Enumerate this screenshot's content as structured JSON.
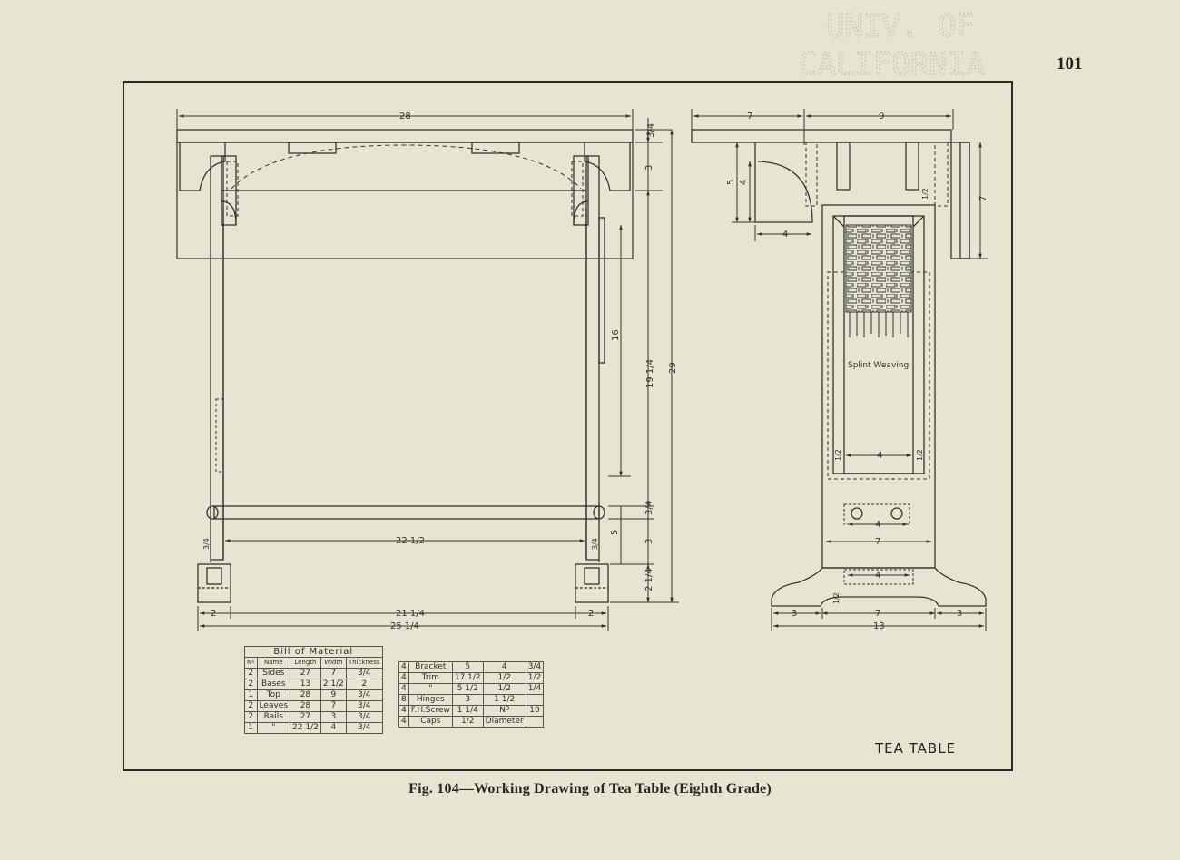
{
  "page_number": "101",
  "stamp": {
    "line1": "UNIV. OF",
    "line2": "CALIFORNIA"
  },
  "caption": "Fig. 104—Working Drawing of Tea Table (Eighth Grade)",
  "drawing_title": "TEA TABLE",
  "front_view": {
    "dims": {
      "top_width": "28",
      "top_thickness": "3/4",
      "apron": "3",
      "leg_lower": "16",
      "height_19": "19 1/4",
      "height_total": "29",
      "rail": "3/4",
      "rail_gap": "5",
      "base_gap": "3",
      "foot": "2 1/4",
      "rail_length": "22 1/2",
      "rail_end_left": "3/4",
      "rail_end_right": "3/4",
      "base_span": "21 1/4",
      "base_left": "2",
      "base_right": "2",
      "overall_base": "25 1/4"
    }
  },
  "side_view": {
    "dims": {
      "top_left": "7",
      "top_right": "9",
      "bracket_h1": "5",
      "bracket_h2": "4",
      "bracket_w": "4",
      "leaf_t": "1/2",
      "leaf_h": "7",
      "weave_inset_l": "1/2",
      "weave_width": "4",
      "weave_inset_r": "1/2",
      "holes": "4",
      "panel_width": "7",
      "base_inner": "4",
      "foot_notch": "1/2",
      "base_left": "3",
      "base_mid": "7",
      "base_right": "3",
      "base_total": "13"
    },
    "weave_label": "Splint Weaving"
  },
  "bill_of_material": {
    "title": "Bill of Material",
    "headers": [
      "Nº",
      "Name",
      "Length",
      "Width",
      "Thickness"
    ],
    "rows": [
      [
        "2",
        "Sides",
        "27",
        "7",
        "3/4"
      ],
      [
        "2",
        "Bases",
        "13",
        "2 1/2",
        "2"
      ],
      [
        "1",
        "Top",
        "28",
        "9",
        "3/4"
      ],
      [
        "2",
        "Leaves",
        "28",
        "7",
        "3/4"
      ],
      [
        "2",
        "Rails",
        "27",
        "3",
        "3/4"
      ],
      [
        "1",
        "\"",
        "22 1/2",
        "4",
        "3/4"
      ]
    ],
    "rows2": [
      [
        "4",
        "Bracket",
        "5",
        "4",
        "3/4"
      ],
      [
        "4",
        "Trim",
        "17 1/2",
        "1/2",
        "1/2"
      ],
      [
        "4",
        "\"",
        "5 1/2",
        "1/2",
        "1/4"
      ],
      [
        "8",
        "Hinges",
        "3",
        "1 1/2",
        ""
      ],
      [
        "4",
        "F.H.Screw",
        "1 1/4",
        "Nº",
        "10"
      ],
      [
        "4",
        "Caps",
        "1/2",
        "Diameter",
        ""
      ]
    ]
  }
}
